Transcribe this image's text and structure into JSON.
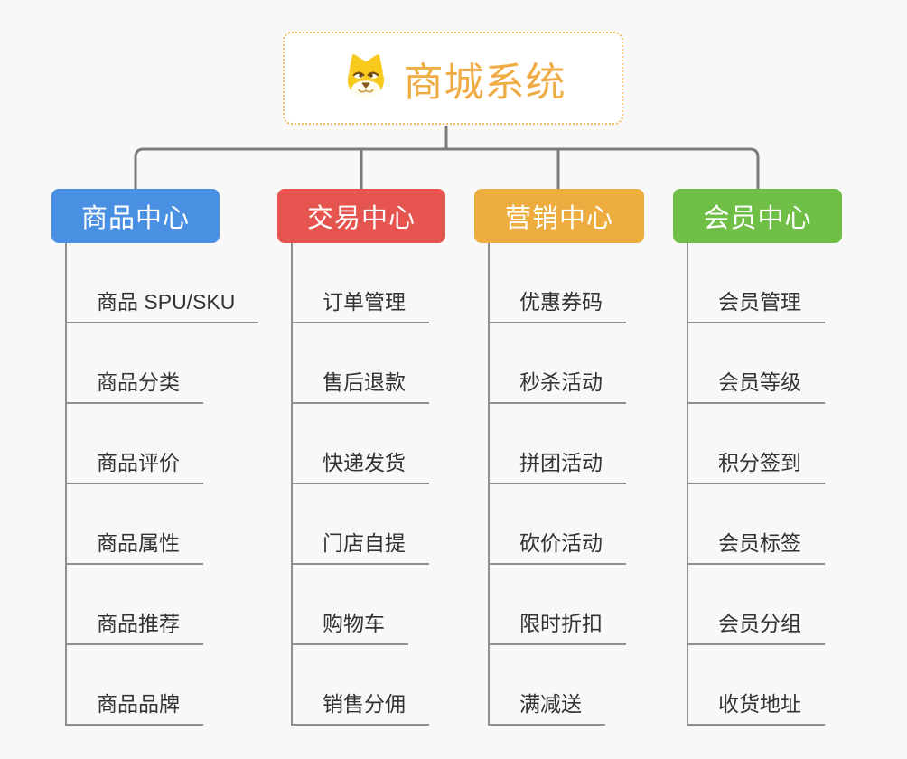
{
  "background": "#F8F8F8",
  "connector_color": "#7B7B7B",
  "child_line_color": "#8F8F8F",
  "root": {
    "title": "商城系统",
    "title_color": "#EFAC44",
    "border_color": "#F3BC64",
    "icon": "dog-face-icon"
  },
  "branches": [
    {
      "label": "商品中心",
      "color": "#4A90E2",
      "children": [
        "商品 SPU/SKU",
        "商品分类",
        "商品评价",
        "商品属性",
        "商品推荐",
        "商品品牌"
      ]
    },
    {
      "label": "交易中心",
      "color": "#E5544E",
      "children": [
        "订单管理",
        "售后退款",
        "快递发货",
        "门店自提",
        "购物车",
        "销售分佣"
      ]
    },
    {
      "label": "营销中心",
      "color": "#ECAC3E",
      "children": [
        "优惠券码",
        "秒杀活动",
        "拼团活动",
        "砍价活动",
        "限时折扣",
        "满减送"
      ]
    },
    {
      "label": "会员中心",
      "color": "#6FBF46",
      "children": [
        "会员管理",
        "会员等级",
        "积分签到",
        "会员标签",
        "会员分组",
        "收货地址"
      ]
    }
  ]
}
